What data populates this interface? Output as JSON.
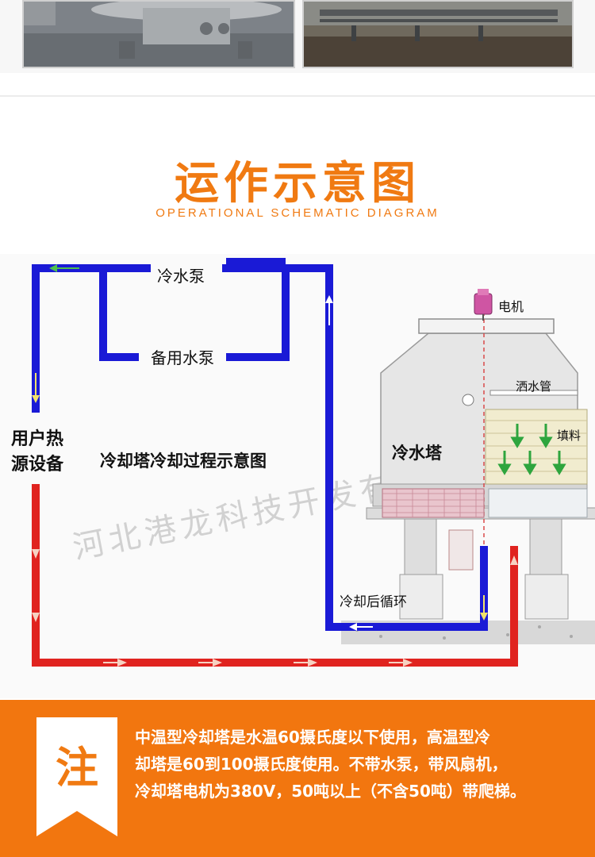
{
  "title": {
    "chinese": "运作示意图",
    "english": "OPERATIONAL SCHEMATIC DIAGRAM"
  },
  "diagram": {
    "labels": {
      "pump": "冷水泵",
      "backup_pump": "备用水泵",
      "user_equipment_line1": "用户热",
      "user_equipment_line2": "源设备",
      "process_title": "冷却塔冷却过程示意图",
      "motor": "电机",
      "sprinkler": "洒水管",
      "tower": "冷水塔",
      "fill": "填料",
      "return": "冷却后循环",
      "watermark": "河北港龙科技开发有限公司"
    },
    "colors": {
      "cold_pipe": "#1a1ad6",
      "hot_pipe": "#e0231f",
      "arrow_cold": "#4fbf4f",
      "arrow_hot": "#f6d2c2",
      "accent": "#f07a12"
    }
  },
  "note": {
    "badge": "注",
    "lines": [
      "中温型冷却塔是水温60摄氏度以下使用，高温型冷",
      "却塔是60到100摄氏度使用。不带水泵，带风扇机，",
      "冷却塔电机为380V，50吨以上（不含50吨）带爬梯。"
    ]
  }
}
